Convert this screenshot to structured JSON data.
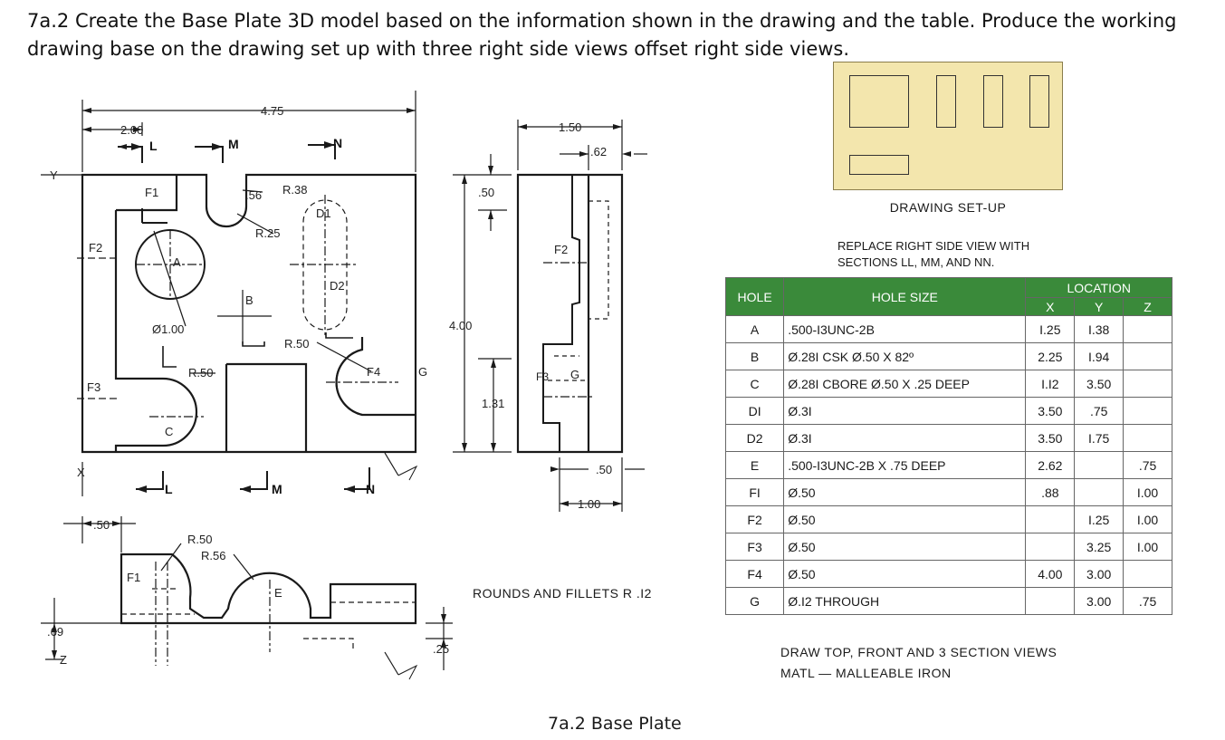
{
  "title": {
    "line1": "7a.2 Create the Base Plate 3D model based on the information shown in the drawing and the table. Produce the working",
    "line2": "drawing base on the drawing set up with three right side views offset right side views."
  },
  "top_view": {
    "dim_overall_width": "4.75",
    "dim_f1_x": "2.00",
    "section_labels": [
      "L",
      "M",
      "N"
    ],
    "axis_y": "Y",
    "axis_x": "X",
    "labels": {
      "f1": "F1",
      "f2": "F2",
      "f3": "F3",
      "f4": "F4",
      "g": "G",
      "a": "A",
      "b": "B",
      "c": "C",
      "d1": "D1",
      "d2": "D2",
      "r38": "R.38",
      "d56": ".56",
      "r25": "R.25",
      "dia100": "Ø1.00",
      "r50_mid": "R.50",
      "r50_left": "R.50"
    }
  },
  "side_view": {
    "dim_width": "1.50",
    "dim_62": ".62",
    "dim_50_top": ".50",
    "dim_height": "4.00",
    "dim_131": "1.31",
    "dim_50_bottom": ".50",
    "dim_100": "1.00",
    "labels": {
      "f2": "F2",
      "f3": "F3",
      "g": "G"
    }
  },
  "front_view": {
    "dim_50": ".50",
    "r50": "R.50",
    "r56": "R.56",
    "f1": "F1",
    "e": "E",
    "dim_69": ".69",
    "axis_z": "Z",
    "dim_25": ".25"
  },
  "drawing_setup": {
    "caption": "DRAWING SET-UP",
    "fill_color": "#f3e6ad"
  },
  "replace_note": {
    "line1": "REPLACE RIGHT SIDE VIEW WITH",
    "line2": "SECTIONS LL, MM, AND NN."
  },
  "hole_table": {
    "header_color": "#3a8a3a",
    "headers": {
      "hole": "HOLE",
      "size": "HOLE SIZE",
      "location": "LOCATION",
      "x": "X",
      "y": "Y",
      "z": "Z"
    },
    "rows": [
      {
        "hole": "A",
        "size": ".500-I3UNC-2B",
        "x": "I.25",
        "y": "I.38",
        "z": ""
      },
      {
        "hole": "B",
        "size": "Ø.28I   CSK Ø.50 X 82º",
        "x": "2.25",
        "y": "I.94",
        "z": ""
      },
      {
        "hole": "C",
        "size": "Ø.28I  CBORE Ø.50 X .25 DEEP",
        "x": "I.I2",
        "y": "3.50",
        "z": ""
      },
      {
        "hole": "DI",
        "size": "Ø.3I",
        "x": "3.50",
        "y": ".75",
        "z": ""
      },
      {
        "hole": "D2",
        "size": "Ø.3I",
        "x": "3.50",
        "y": "I.75",
        "z": ""
      },
      {
        "hole": "E",
        "size": ".500-I3UNC-2B X .75 DEEP",
        "x": "2.62",
        "y": "",
        "z": ".75"
      },
      {
        "hole": "FI",
        "size": "Ø.50",
        "x": ".88",
        "y": "",
        "z": "I.00"
      },
      {
        "hole": "F2",
        "size": "Ø.50",
        "x": "",
        "y": "I.25",
        "z": "I.00"
      },
      {
        "hole": "F3",
        "size": "Ø.50",
        "x": "",
        "y": "3.25",
        "z": "I.00"
      },
      {
        "hole": "F4",
        "size": "Ø.50",
        "x": "4.00",
        "y": "3.00",
        "z": ""
      },
      {
        "hole": "G",
        "size": "Ø.I2    THROUGH",
        "x": "",
        "y": "3.00",
        "z": ".75"
      }
    ]
  },
  "footnote": {
    "line1": "DRAW TOP, FRONT AND 3 SECTION VIEWS",
    "line2": "MATL — MALLEABLE IRON"
  },
  "rounds_note": "ROUNDS AND FILLETS R .I2",
  "caption": "7a.2 Base Plate"
}
